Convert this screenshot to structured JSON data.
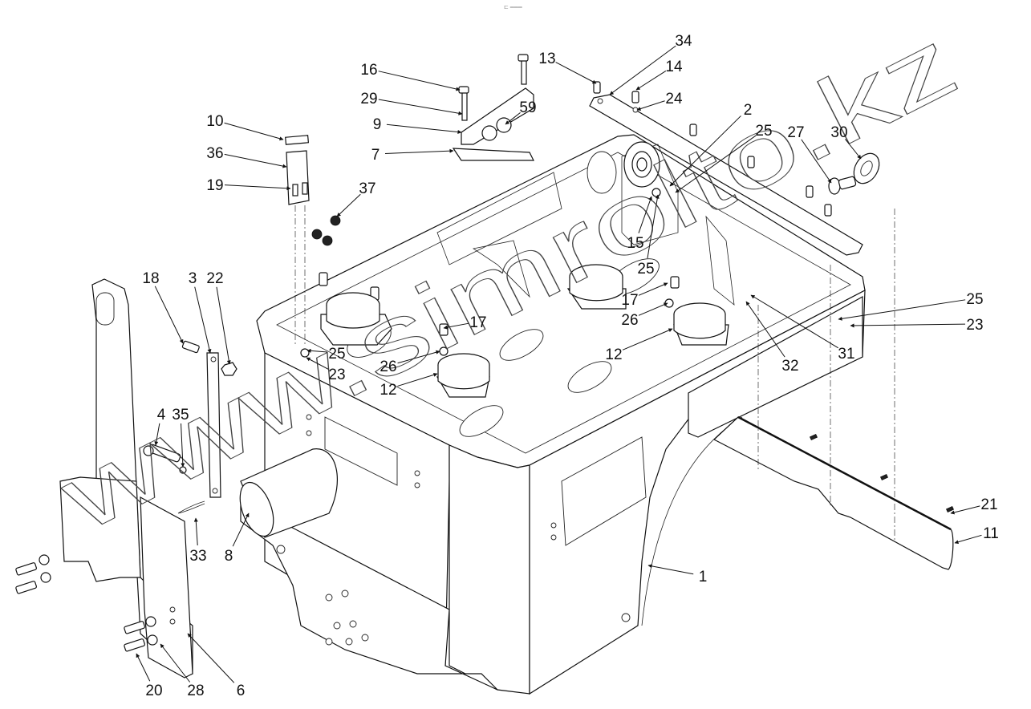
{
  "header_text": "⊏ ═══",
  "watermark": "www.simrolto.kz",
  "callouts": [
    {
      "id": "c34",
      "label": "34",
      "part": "mounting-strip"
    },
    {
      "id": "c13",
      "label": "13",
      "part": "bolt"
    },
    {
      "id": "c14",
      "label": "14",
      "part": "bolt"
    },
    {
      "id": "c24",
      "label": "24",
      "part": "nut"
    },
    {
      "id": "c16",
      "label": "16",
      "part": "bolt"
    },
    {
      "id": "c29",
      "label": "29",
      "part": "washer"
    },
    {
      "id": "c59",
      "label": "59",
      "part": "sleeve"
    },
    {
      "id": "c9",
      "label": "9",
      "part": "clamp"
    },
    {
      "id": "c7",
      "label": "7",
      "part": "plate"
    },
    {
      "id": "c2",
      "label": "2",
      "part": "pulley"
    },
    {
      "id": "c25a",
      "label": "25",
      "part": "washer"
    },
    {
      "id": "c27",
      "label": "27",
      "part": "washer"
    },
    {
      "id": "c30",
      "label": "30",
      "part": "eye-bolt"
    },
    {
      "id": "c10",
      "label": "10",
      "part": "pad"
    },
    {
      "id": "c36",
      "label": "36",
      "part": "bracket"
    },
    {
      "id": "c19",
      "label": "19",
      "part": "bolt"
    },
    {
      "id": "c37",
      "label": "37",
      "part": "cap-nut"
    },
    {
      "id": "c15",
      "label": "15",
      "part": "nut"
    },
    {
      "id": "c25b",
      "label": "25",
      "part": "washer"
    },
    {
      "id": "c17a",
      "label": "17",
      "part": "bolt"
    },
    {
      "id": "c26a",
      "label": "26",
      "part": "washer"
    },
    {
      "id": "c12a",
      "label": "12",
      "part": "rubber-mount"
    },
    {
      "id": "c25c",
      "label": "25",
      "part": "washer"
    },
    {
      "id": "c23a",
      "label": "23",
      "part": "nut"
    },
    {
      "id": "c31",
      "label": "31",
      "part": "screw"
    },
    {
      "id": "c32",
      "label": "32",
      "part": "clip"
    },
    {
      "id": "c18",
      "label": "18",
      "part": "bolt"
    },
    {
      "id": "c3",
      "label": "3",
      "part": "link-bar"
    },
    {
      "id": "c22",
      "label": "22",
      "part": "nut"
    },
    {
      "id": "c25d",
      "label": "25",
      "part": "washer"
    },
    {
      "id": "c23b",
      "label": "23",
      "part": "nut"
    },
    {
      "id": "c17b",
      "label": "17",
      "part": "bolt"
    },
    {
      "id": "c26b",
      "label": "26",
      "part": "washer"
    },
    {
      "id": "c12b",
      "label": "12",
      "part": "rubber-mount"
    },
    {
      "id": "c4",
      "label": "4",
      "part": "pin"
    },
    {
      "id": "c35",
      "label": "35",
      "part": "washer"
    },
    {
      "id": "c33",
      "label": "33",
      "part": "cotter-pin"
    },
    {
      "id": "c8",
      "label": "8",
      "part": "tube"
    },
    {
      "id": "c21",
      "label": "21",
      "part": "screw"
    },
    {
      "id": "c11",
      "label": "11",
      "part": "side-panel"
    },
    {
      "id": "c1",
      "label": "1",
      "part": "frame"
    },
    {
      "id": "c20",
      "label": "20",
      "part": "bolt"
    },
    {
      "id": "c28",
      "label": "28",
      "part": "washer"
    },
    {
      "id": "c6",
      "label": "6",
      "part": "side-plate"
    }
  ]
}
